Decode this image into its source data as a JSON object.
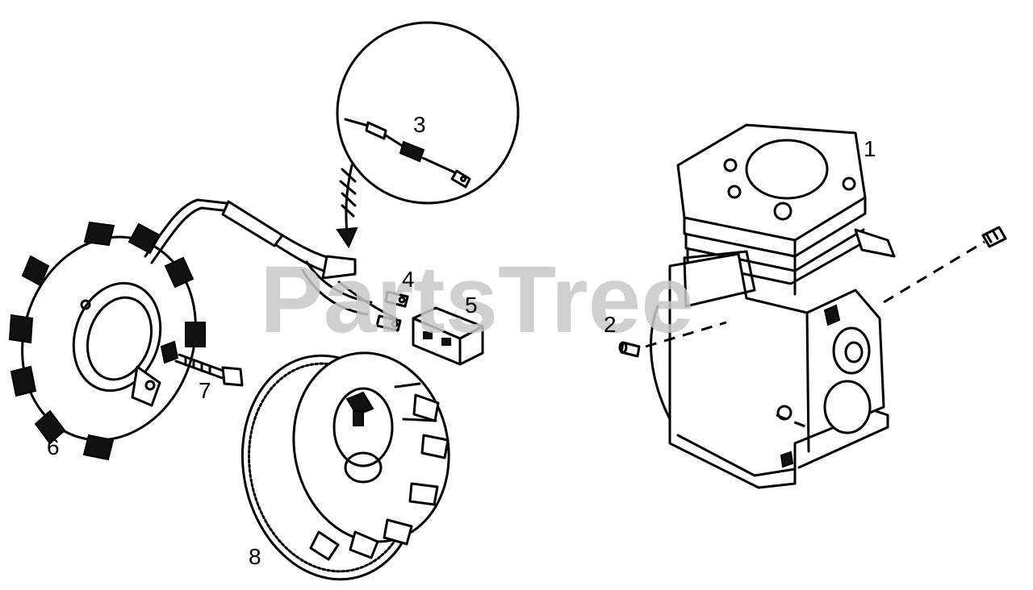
{
  "watermark": "PartsTree",
  "callouts": [
    {
      "id": "1",
      "text": "1"
    },
    {
      "id": "2",
      "text": "2"
    },
    {
      "id": "3",
      "text": "3"
    },
    {
      "id": "4",
      "text": "4"
    },
    {
      "id": "5",
      "text": "5"
    },
    {
      "id": "6",
      "text": "6"
    },
    {
      "id": "7",
      "text": "7"
    },
    {
      "id": "8",
      "text": "8"
    }
  ],
  "parts": [
    {
      "callout": "1",
      "icon": "engine-block-icon"
    },
    {
      "callout": "2",
      "icon": "pin-icon"
    },
    {
      "callout": "3",
      "icon": "wire-lead-detail-icon"
    },
    {
      "callout": "4",
      "icon": "wire-terminal-icon"
    },
    {
      "callout": "5",
      "icon": "connector-block-icon"
    },
    {
      "callout": "6",
      "icon": "stator-icon"
    },
    {
      "callout": "7",
      "icon": "screw-icon"
    },
    {
      "callout": "8",
      "icon": "flywheel-icon"
    }
  ]
}
